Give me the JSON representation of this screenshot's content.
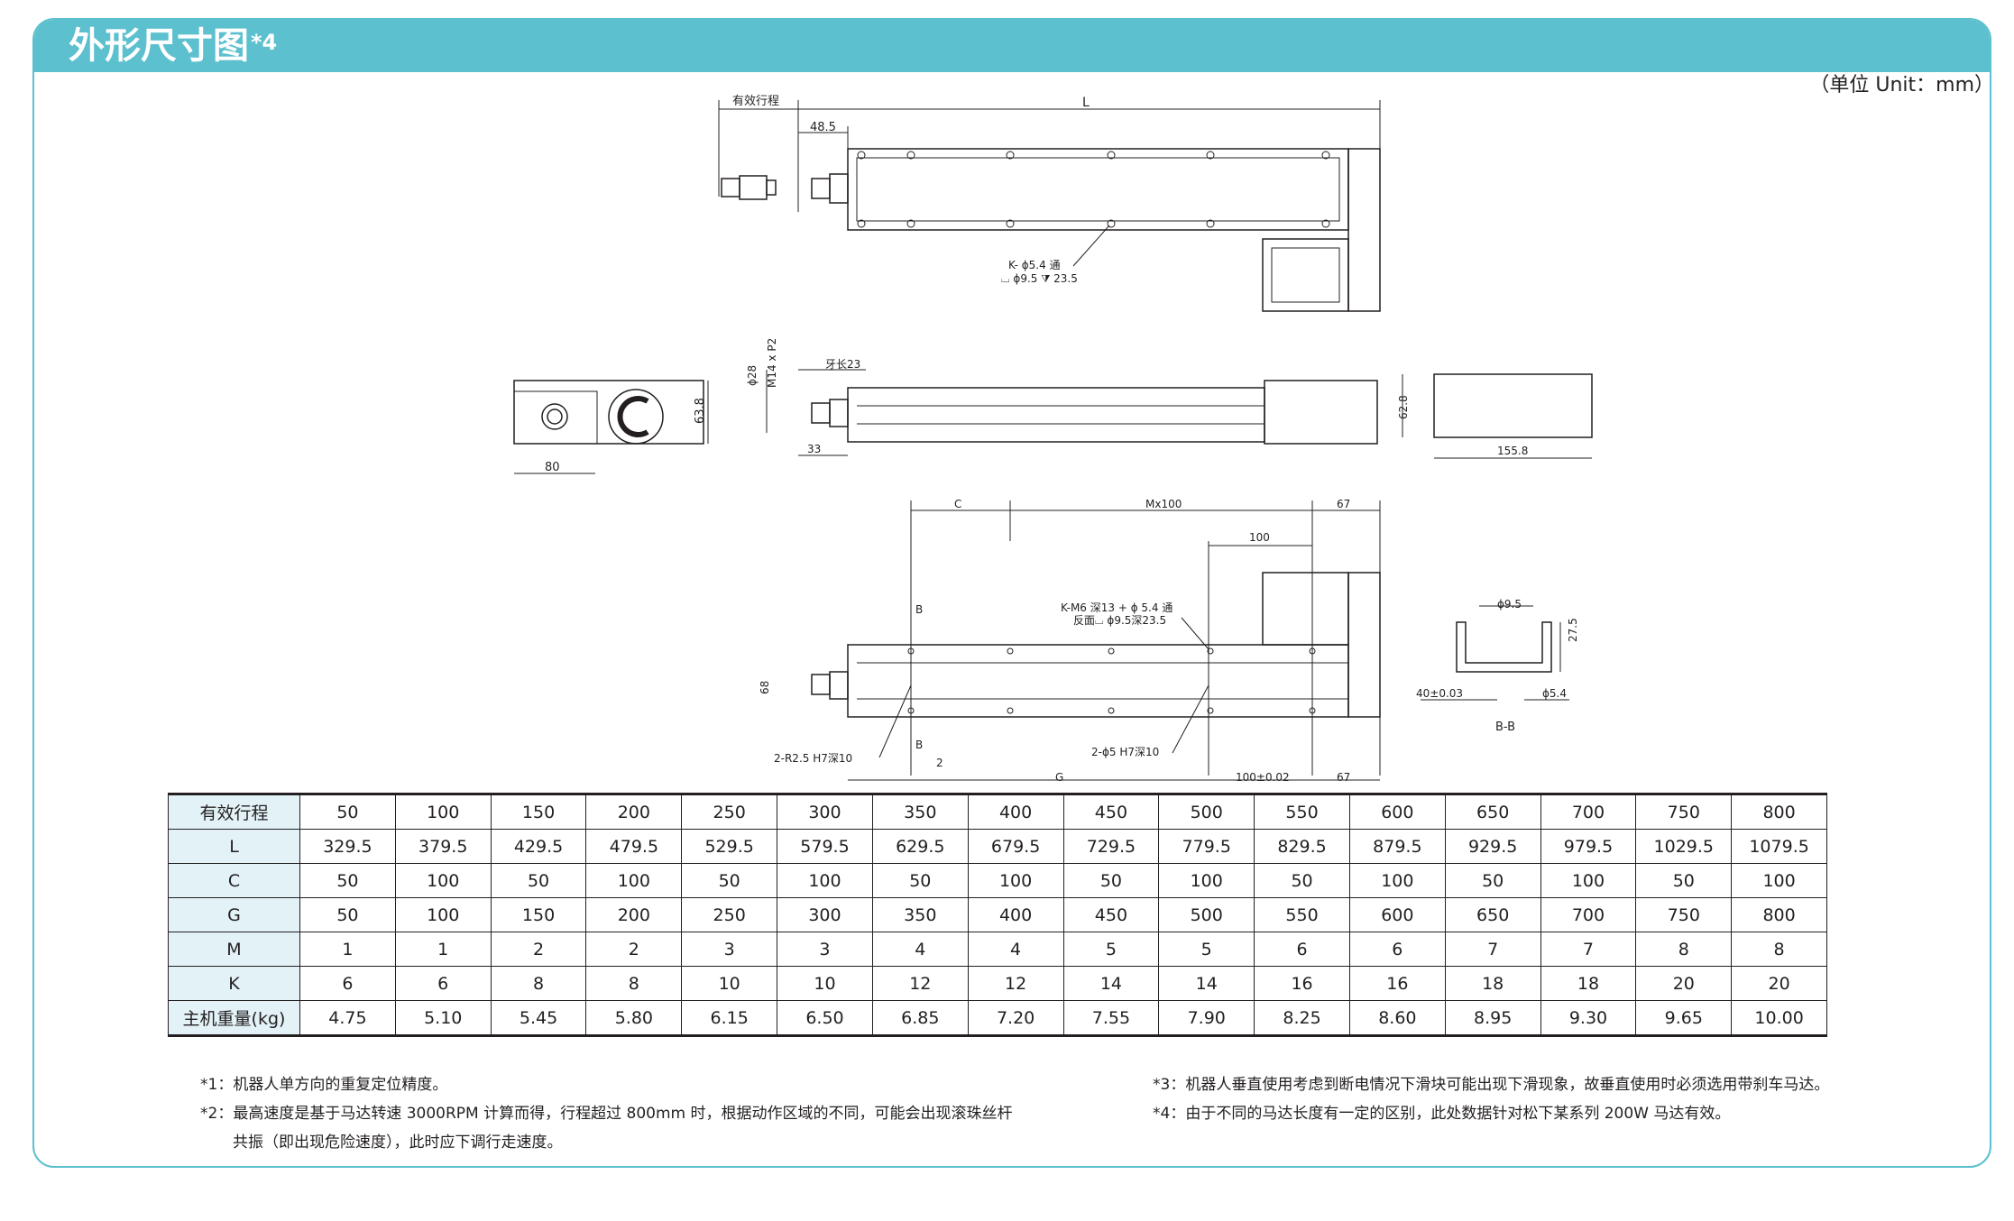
{
  "header": {
    "title": "外形尺寸图",
    "title_sup": "*4"
  },
  "unit_label": "（单位 Unit：mm）",
  "drawing": {
    "top_view": {
      "stroke_label": "有效行程",
      "L": "L",
      "d48": "48.5",
      "hole_callout_1": "K- ϕ5.4 通",
      "hole_callout_2": "⌴ ϕ9.5 ⧩ 23.5"
    },
    "front_view": {
      "d28": "ϕ28",
      "thread": "M14 x P2",
      "thread_len": "牙长23",
      "d33": "33"
    },
    "end_view": {
      "width": "80",
      "height": "63.8"
    },
    "motor_view": {
      "height": "62.8",
      "length": "155.8"
    },
    "bottom_view": {
      "C": "C",
      "M": "Mx100",
      "d67": "67",
      "d100": "100",
      "callout_1": "K-M6 深13 + ϕ 5.4 通",
      "callout_2": "反面⌴ ϕ9.5深23.5",
      "d68": "68",
      "B": "B",
      "pin1": "2-R2.5 H7深10",
      "pin2": "2-ϕ5 H7深10",
      "d2": "2",
      "G": "G",
      "tol": "100±0.02"
    },
    "section_view": {
      "d95": "ϕ9.5",
      "d275": "27.5",
      "d40": "40±0.03",
      "d54": "ϕ5.4",
      "label": "B-B"
    }
  },
  "table": {
    "rows": [
      {
        "label": "有效行程",
        "values": [
          "50",
          "100",
          "150",
          "200",
          "250",
          "300",
          "350",
          "400",
          "450",
          "500",
          "550",
          "600",
          "650",
          "700",
          "750",
          "800"
        ]
      },
      {
        "label": "L",
        "values": [
          "329.5",
          "379.5",
          "429.5",
          "479.5",
          "529.5",
          "579.5",
          "629.5",
          "679.5",
          "729.5",
          "779.5",
          "829.5",
          "879.5",
          "929.5",
          "979.5",
          "1029.5",
          "1079.5"
        ]
      },
      {
        "label": "C",
        "values": [
          "50",
          "100",
          "50",
          "100",
          "50",
          "100",
          "50",
          "100",
          "50",
          "100",
          "50",
          "100",
          "50",
          "100",
          "50",
          "100"
        ]
      },
      {
        "label": "G",
        "values": [
          "50",
          "100",
          "150",
          "200",
          "250",
          "300",
          "350",
          "400",
          "450",
          "500",
          "550",
          "600",
          "650",
          "700",
          "750",
          "800"
        ]
      },
      {
        "label": "M",
        "values": [
          "1",
          "1",
          "2",
          "2",
          "3",
          "3",
          "4",
          "4",
          "5",
          "5",
          "6",
          "6",
          "7",
          "7",
          "8",
          "8"
        ]
      },
      {
        "label": "K",
        "values": [
          "6",
          "6",
          "8",
          "8",
          "10",
          "10",
          "12",
          "12",
          "14",
          "14",
          "16",
          "16",
          "18",
          "18",
          "20",
          "20"
        ]
      },
      {
        "label": "主机重量(kg)",
        "values": [
          "4.75",
          "5.10",
          "5.45",
          "5.80",
          "6.15",
          "6.50",
          "6.85",
          "7.20",
          "7.55",
          "7.90",
          "8.25",
          "8.60",
          "8.95",
          "9.30",
          "9.65",
          "10.00"
        ]
      }
    ]
  },
  "notes_left": [
    "*1：机器人单方向的重复定位精度。",
    "*2：最高速度是基于马达转速 3000RPM 计算而得，行程超过 800mm 时，根据动作区域的不同，可能会出现滚珠丝杆",
    "共振（即出现危险速度），此时应下调行走速度。"
  ],
  "notes_right": [
    "*3：机器人垂直使用考虑到断电情况下滑块可能出现下滑现象，故垂直使用时必须选用带刹车马达。",
    "*4：由于不同的马达长度有一定的区别，此处数据针对松下某系列 200W 马达有效。"
  ]
}
